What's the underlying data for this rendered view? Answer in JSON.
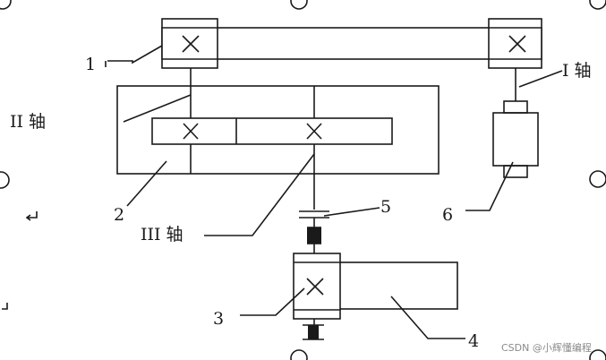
{
  "labels": {
    "l1": "1",
    "l2": "2",
    "l3": "3",
    "l4": "4",
    "l5": "5",
    "l6": "6",
    "shaft_I": "I 轴",
    "shaft_II": "II 轴",
    "shaft_III": "III 轴"
  },
  "watermark": "CSDN @小辉懂编程",
  "colors": {
    "line": "#1a1a1a",
    "background": "#ffffff",
    "watermark": "#8a8a8a"
  }
}
